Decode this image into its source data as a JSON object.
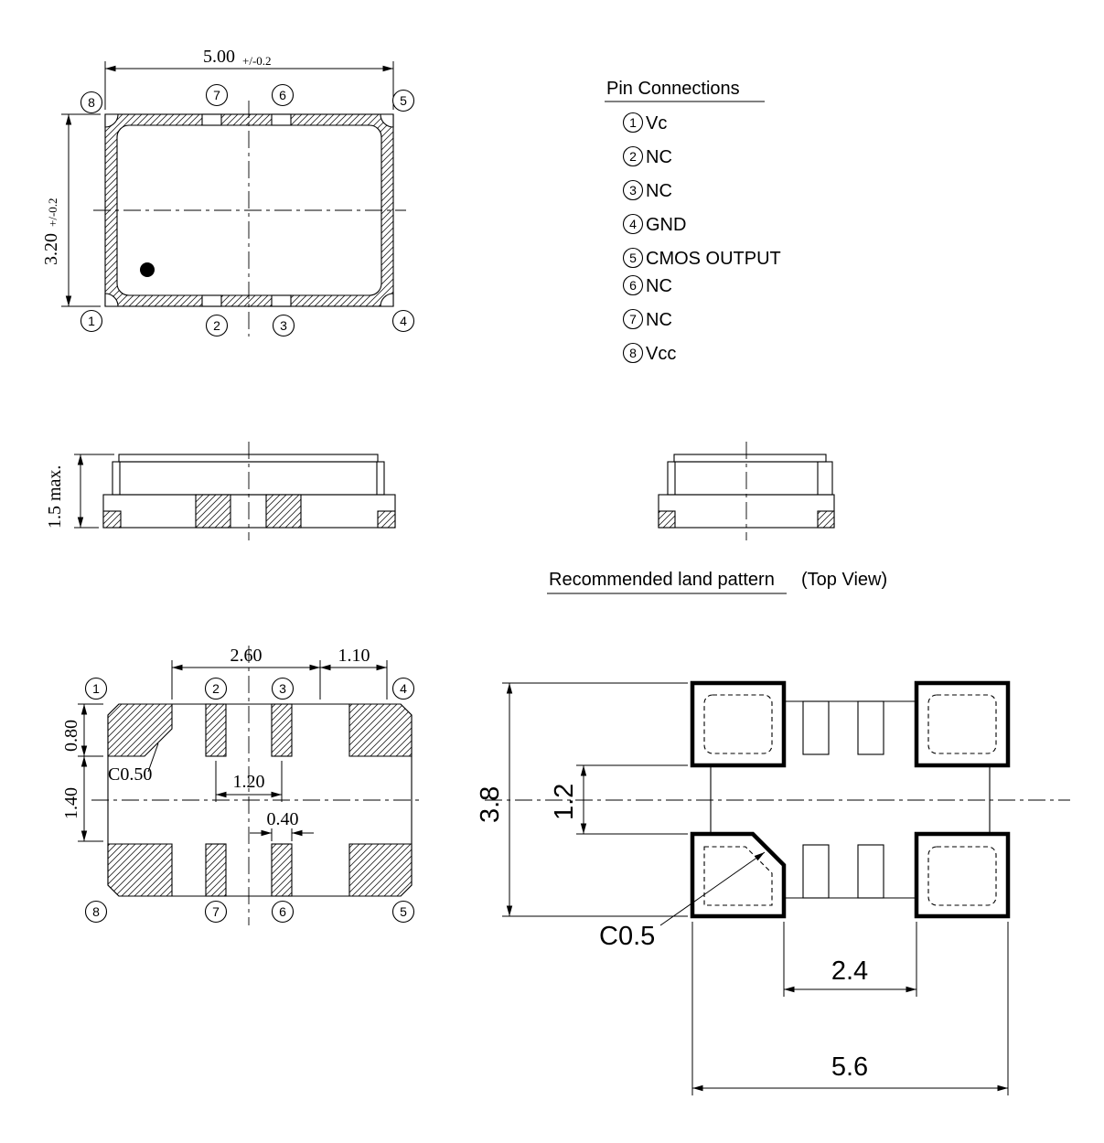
{
  "pin_connections": {
    "title": "Pin Connections",
    "pins": [
      {
        "num": "1",
        "label": "Vc"
      },
      {
        "num": "2",
        "label": "NC"
      },
      {
        "num": "3",
        "label": "NC"
      },
      {
        "num": "4",
        "label": "GND"
      },
      {
        "num": "5",
        "label": "CMOS OUTPUT"
      },
      {
        "num": "6",
        "label": "NC"
      },
      {
        "num": "7",
        "label": "NC"
      },
      {
        "num": "8",
        "label": "Vcc"
      }
    ]
  },
  "top_view": {
    "width": "5.00",
    "width_tol": "+/-0.2",
    "height": "3.20",
    "height_tol": "+/-0.2",
    "pins_top": [
      "8",
      "7",
      "6",
      "5"
    ],
    "pins_bottom": [
      "1",
      "2",
      "3",
      "4"
    ]
  },
  "side_view": {
    "height_max": "1.5 max."
  },
  "bottom_view": {
    "dim_pad_pitch": "2.60",
    "dim_corner_pad": "1.10",
    "dim_pad_length": "0.80",
    "dim_row_gap": "1.40",
    "chamfer": "C0.50",
    "dim_center_pitch": "1.20",
    "dim_pad_width": "0.40",
    "pins_top": [
      "1",
      "2",
      "3",
      "4"
    ],
    "pins_bottom": [
      "8",
      "7",
      "6",
      "5"
    ]
  },
  "land_pattern": {
    "title": "Recommended land pattern",
    "view_note": "(Top View)",
    "dim_height": "3.8",
    "dim_pad_gap": "1.2",
    "chamfer": "C0.5",
    "dim_inner_span": "2.4",
    "dim_overall_width": "5.6"
  }
}
